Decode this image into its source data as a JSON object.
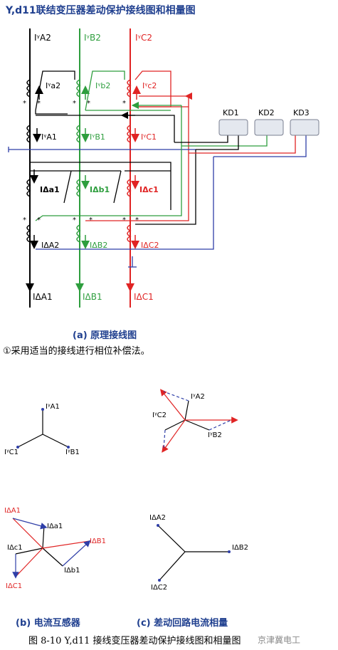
{
  "title": "Y,d11联结变压器差动保护接线图和相量图",
  "caption_a": "(a) 原理接线图",
  "note": "①采用适当的接线进行相位补偿法。",
  "caption_b": "(b) 电流互感器",
  "caption_c": "(c) 差动回路电流相量",
  "figure_caption": "图 8-10 Y,d11 接线变压器差动保护接线图和相量图",
  "watermark": "京津冀电工",
  "relays": [
    "KD1",
    "KD2",
    "KD3"
  ],
  "labels_a": {
    "IA2": "IᵞA2",
    "IB2": "IᵞB2",
    "IC2": "IᵞC2",
    "Ia2": "Iᵞa2",
    "Ib2": "Iᵞb2",
    "Ic2": "Iᵞc2",
    "IA1": "IᵞA1",
    "IB1": "IᵞB1",
    "IC1": "IᵞC1",
    "Ia1": "IΔa1",
    "Ib1": "IΔb1",
    "Ic1": "IΔc1",
    "IA2d": "IΔA2",
    "IB2d": "IΔB2",
    "IC2d": "IΔC2",
    "IA1d": "IΔA1",
    "IB1d": "IΔB1",
    "IC1d": "IΔC1"
  },
  "colors": {
    "phaseA": "#000000",
    "phaseB": "#2e9e3e",
    "phaseC": "#e02424",
    "wiring": "#2f3fa8",
    "title": "#1f3f8f"
  }
}
